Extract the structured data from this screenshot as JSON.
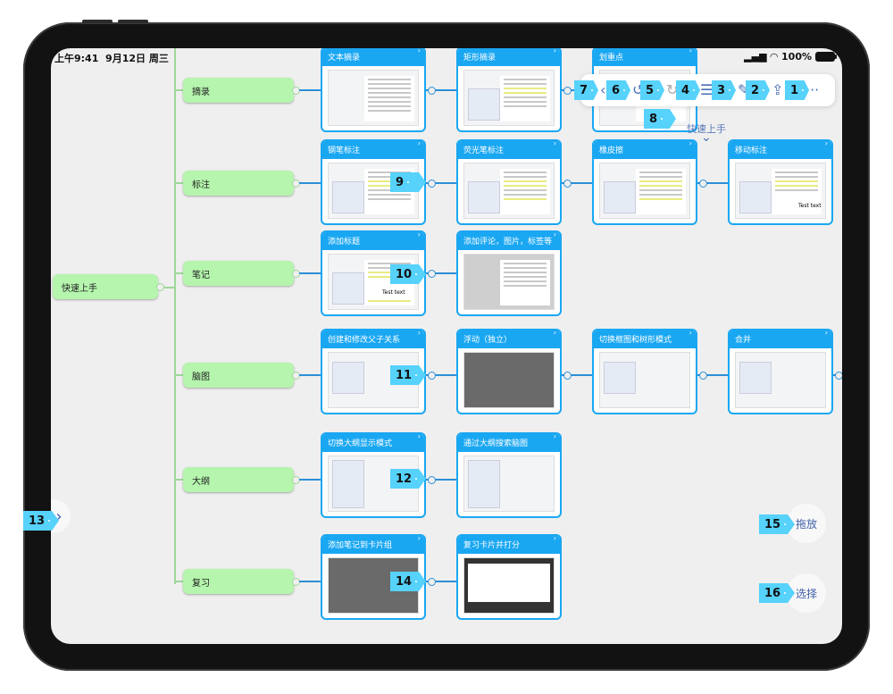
{
  "status_bar": {
    "time": "上午9:41",
    "date": "9月12日 周三",
    "battery": "100%"
  },
  "mindmap": {
    "root": "快速上手",
    "branches": [
      {
        "label": "摘录",
        "cards": [
          "文本摘录",
          "矩形摘录",
          "划重点"
        ]
      },
      {
        "label": "标注",
        "cards": [
          "钢笔标注",
          "荧光笔标注",
          "橡皮擦",
          "移动标注"
        ]
      },
      {
        "label": "笔记",
        "cards": [
          "添加标题",
          "添加评论，图片，标签等"
        ]
      },
      {
        "label": "脑图",
        "cards": [
          "创建和修改父子关系",
          "浮动（独立）",
          "切换框图和树形模式",
          "合并"
        ]
      },
      {
        "label": "大纲",
        "cards": [
          "切换大纲显示模式",
          "通过大纲搜索脑图"
        ]
      },
      {
        "label": "复习",
        "cards": [
          "添加笔记到卡片组",
          "复习卡片并打分"
        ]
      }
    ]
  },
  "toolbar": {
    "icons": [
      "back-icon",
      "undo-icon",
      "redo-icon",
      "outline-list-icon",
      "edit-icon",
      "share-icon",
      "more-icon"
    ],
    "glyphs": {
      "back": "‹",
      "undo": "↺",
      "redo": "↻",
      "list": "☰",
      "edit": "✎",
      "share": "⇪",
      "more": "···"
    },
    "badges": {
      "more": "1",
      "share": "2",
      "edit": "3",
      "list": "4",
      "redo": "5",
      "undo": "6",
      "back": "7"
    }
  },
  "breadcrumb": {
    "title": "快速上手",
    "badge": "8",
    "chevron": "⌄"
  },
  "annotations": {
    "b9": "9",
    "b10": "10",
    "b11": "11",
    "b12": "12",
    "b13": "13",
    "b14": "14",
    "b15": "15",
    "b16": "16"
  },
  "side_toggle": {
    "glyph": "›"
  },
  "float_buttons": {
    "drag": "拖放",
    "select": "选择"
  },
  "thumb_text": {
    "test_text": "Test text"
  }
}
